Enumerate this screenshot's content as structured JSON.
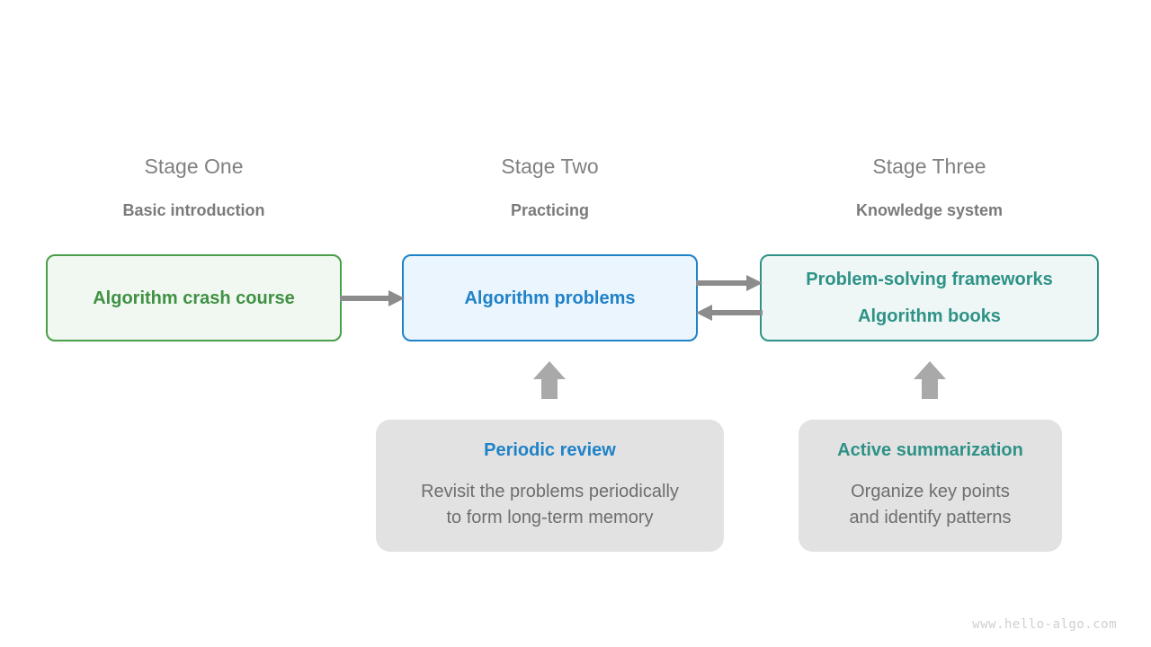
{
  "diagram": {
    "background": "#ffffff",
    "arrow_color": "#8c8c8c",
    "watermark": "www.hello-algo.com",
    "stages": [
      {
        "title": "Stage One",
        "subtitle": "Basic introduction",
        "node": {
          "lines": [
            "Algorithm crash course"
          ],
          "fill": "#f1f8f1",
          "border": "#4a9e4a",
          "text_color": "#3f9143"
        }
      },
      {
        "title": "Stage Two",
        "subtitle": "Practicing",
        "node": {
          "lines": [
            "Algorithm problems"
          ],
          "fill": "#eaf5fd",
          "border": "#1f82c8",
          "text_color": "#1f82c8"
        }
      },
      {
        "title": "Stage Three",
        "subtitle": "Knowledge system",
        "node": {
          "lines": [
            "Problem-solving frameworks",
            "Algorithm books"
          ],
          "fill": "#eef7f5",
          "border": "#2e9287",
          "text_color": "#2e9287"
        }
      }
    ],
    "notes": [
      {
        "title": "Periodic review",
        "title_color": "#1f82c8",
        "body": "Revisit the problems periodically\nto form long-term memory",
        "fill": "#e2e2e2"
      },
      {
        "title": "Active summarization",
        "title_color": "#2e9287",
        "body": "Organize key points\nand identify patterns",
        "fill": "#e2e2e2"
      }
    ],
    "connectors": [
      {
        "name": "crash-course-to-problems",
        "direction": "right"
      },
      {
        "name": "problems-to-frameworks",
        "direction": "right"
      },
      {
        "name": "frameworks-to-problems",
        "direction": "left"
      },
      {
        "name": "periodic-review-to-problems",
        "direction": "up"
      },
      {
        "name": "active-summarization-to-frameworks",
        "direction": "up"
      }
    ]
  }
}
